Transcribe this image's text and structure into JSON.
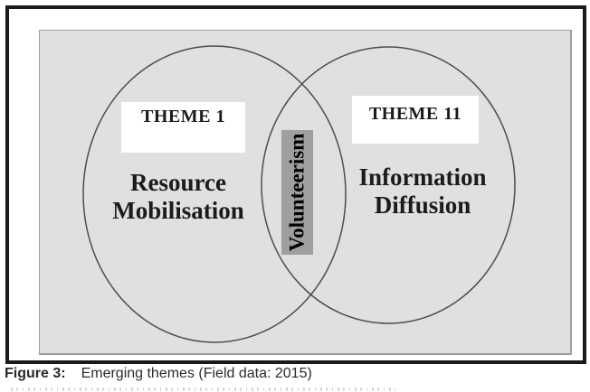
{
  "figure": {
    "caption": {
      "label": "Figure 3:",
      "text": "Emerging themes (Field data: 2015)"
    }
  },
  "venn": {
    "left_circle": {
      "theme": "THEME 1",
      "lines": [
        "Resource",
        "Mobilisation"
      ]
    },
    "right_circle": {
      "theme": "THEME 11",
      "lines": [
        "Information",
        "Diffusion"
      ]
    },
    "overlap": {
      "label": "Volunteerism"
    }
  },
  "colors": {
    "page_bg": "#ffffff",
    "frame_border": "#1a1a1a",
    "diagram_bg": "#e0e0e0",
    "diagram_border": "#9e9e9e",
    "ellipse_stroke": "#4d4d4d",
    "overlap_box_bg": "#9f9f9f",
    "text_dark": "#1b1b1b",
    "caption_color": "#2b2b2b"
  }
}
